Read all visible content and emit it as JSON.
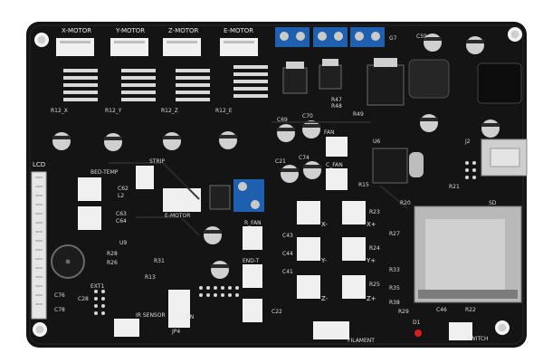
{
  "board": {
    "colors": {
      "pcb": "#141414",
      "silkscreen": "#ececec",
      "connector": "#f1f1f1",
      "terminal": "#1f5fb0",
      "heatsink": "#d9d9d9",
      "sd_slot": "#b9b9b9",
      "usb_port": "#cfcfcf",
      "led": "#d81e1e"
    },
    "labels": {
      "x_motor": "X-MOTOR",
      "y_motor": "Y-MOTOR",
      "z_motor": "Z-MOTOR",
      "e_motor": "E-MOTOR",
      "lcd": "LCD",
      "bed_temp": "BED-TEMP",
      "strip": "STRIP",
      "filament": "FILAMENT",
      "x_minus": "X-",
      "x_plus": "X+",
      "y_minus": "Y-",
      "y_plus": "Y+",
      "z_minus": "Z-",
      "z_plus": "Z+",
      "sd": "SD",
      "fan": "FAN",
      "c_fan": "C_FAN",
      "r_fan": "R_FAN",
      "end_t": "END-T",
      "ext1": "EXT1",
      "switch": "SWITCH",
      "ir_sensor": "IR SENSOR",
      "e_motor_small": "E-MOTOR",
      "r12x": "R12_X",
      "r12y": "R12_Y",
      "r12z": "R12_Z",
      "r12e": "R12_E",
      "c59": "C59",
      "g7": "G7",
      "r47": "R47",
      "r48": "R48",
      "r49": "R49",
      "c69": "C69",
      "c70": "C70",
      "c21": "C21",
      "c74": "C74",
      "r15": "R15",
      "r20": "R20",
      "r21": "R21",
      "u6": "U6",
      "j2": "J2",
      "d1": "D1",
      "r29": "R29",
      "r22": "R22",
      "c46": "C46",
      "c76": "C76",
      "c78": "C78",
      "c28": "C28",
      "r28": "R28",
      "jp4": "JP4",
      "en": "EN",
      "c63": "C63",
      "c64": "C64",
      "l2": "L2",
      "c62": "C62",
      "u9": "U9",
      "r13": "R13",
      "r31": "R31",
      "r23": "R23",
      "r24": "R24",
      "r25": "R25",
      "r26": "R26",
      "r27": "R27",
      "c43": "C43",
      "c44": "C44",
      "c41": "C41",
      "c22": "C22",
      "r33": "R33",
      "r35": "R35",
      "r38": "R38"
    }
  }
}
